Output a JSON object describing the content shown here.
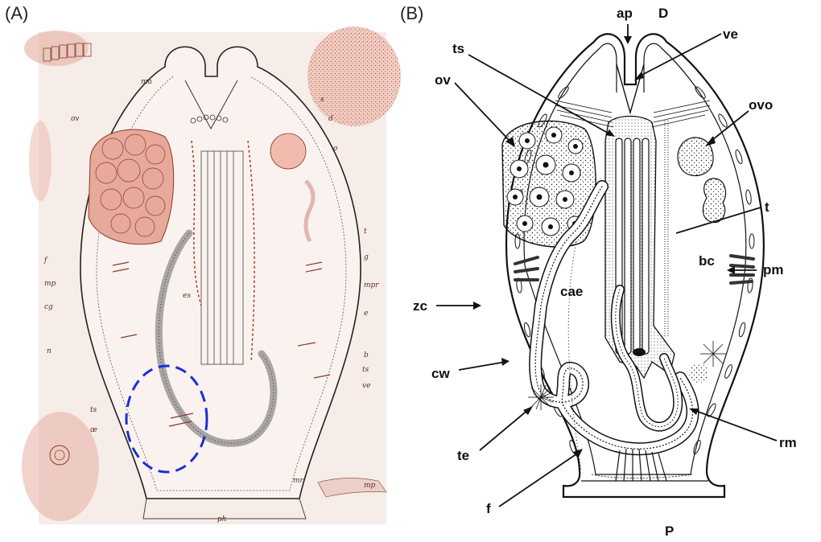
{
  "panels": {
    "a": {
      "label": "(A)"
    },
    "b": {
      "label": "(B)"
    }
  },
  "panel_a_handwritten": [
    "ma",
    "s",
    "ov",
    "d",
    "o",
    "t",
    "g",
    "f",
    "mpr",
    "mp",
    "e",
    "es",
    "cg",
    "n",
    "b",
    "ts",
    "ve",
    "ts",
    "œ",
    "mr",
    "mp",
    "ph"
  ],
  "panel_b_labels": {
    "ap": "ap",
    "d": "D",
    "ve": "ve",
    "ts": "ts",
    "ov": "ov",
    "ovo": "ovo",
    "t": "t",
    "bc": "bc",
    "pm": "pm",
    "cae": "cae",
    "zc": "zc",
    "cw": "cw",
    "te": "te",
    "rm": "rm",
    "f": "f",
    "p": "P"
  },
  "colors": {
    "ink": "#111111",
    "sepia": "#8b3a2b",
    "pink_wash": "#e9b5a8",
    "highlight_dashed": "#1a2fd6"
  }
}
